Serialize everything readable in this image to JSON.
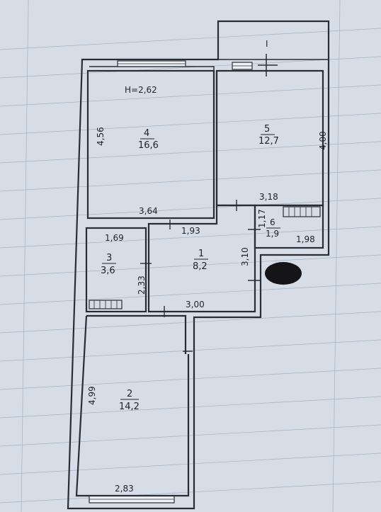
{
  "height_label": "H=2,62",
  "rooms": [
    {
      "number": "1",
      "area": "8,2"
    },
    {
      "number": "2",
      "area": "14,2"
    },
    {
      "number": "3",
      "area": "3,6"
    },
    {
      "number": "4",
      "area": "16,6"
    },
    {
      "number": "5",
      "area": "12,7"
    },
    {
      "number": "6",
      "area": "1,9"
    }
  ],
  "dimensions": {
    "room4_height": "4,56",
    "room4_width": "3,64",
    "room5_height": "4,00",
    "room5_width": "3,18",
    "room6_height": "1,17",
    "room6_width": "1,98",
    "hall_width_top": "1,93",
    "hall_height": "3,10",
    "hall_width_bottom": "3,00",
    "room3_width": "1,69",
    "room3_height": "2,33",
    "room2_height": "4,99",
    "room2_width": "2,83"
  },
  "balcony_mark": "I",
  "colors": {
    "paper": "#d6dde6",
    "grid": "#9fb3c9",
    "ink": "#2a2d33",
    "blot": "#141416"
  }
}
